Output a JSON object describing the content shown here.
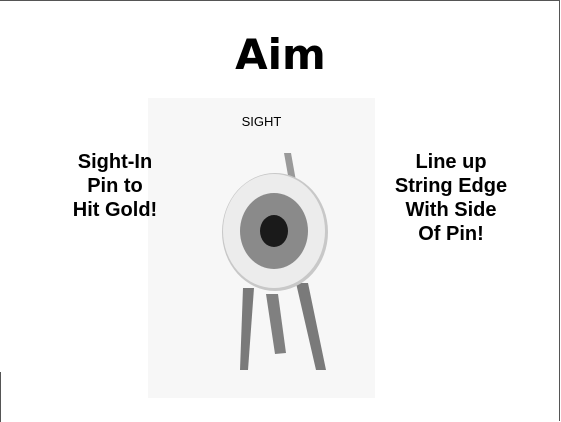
{
  "slide": {
    "title": "Aim",
    "image_label": "SIGHT",
    "left_text": [
      "Sight-In",
      "Pin to",
      "Hit Gold!"
    ],
    "right_text": [
      "Line up",
      "String Edge",
      "With Side",
      "Of Pin!"
    ]
  },
  "colors": {
    "target_outer": "#e6e6e6",
    "target_middle": "#8a8a8a",
    "target_center": "#1a1a1a",
    "stand_legs": "#7a7a7a"
  },
  "icons": [
    "archery-target-icon"
  ]
}
